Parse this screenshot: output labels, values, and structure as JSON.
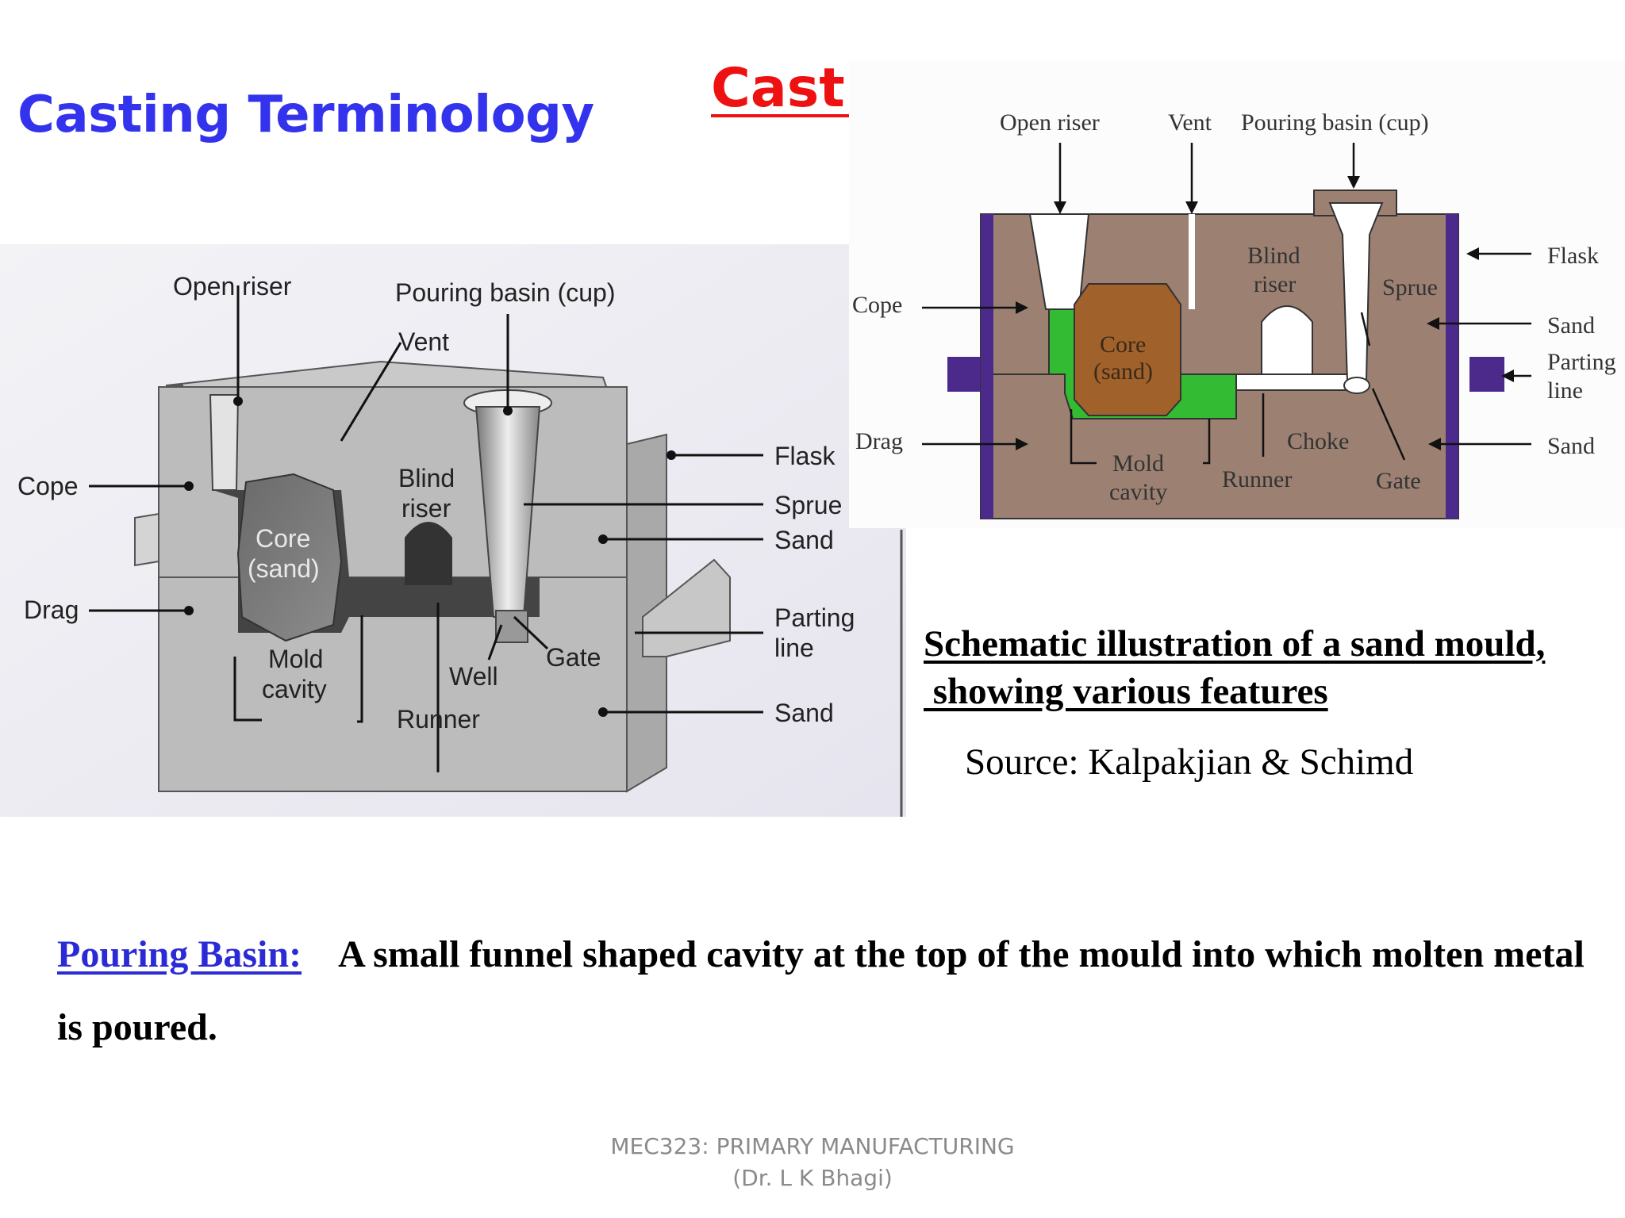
{
  "slide": {
    "title": "Casting Terminology",
    "topic": "Casting"
  },
  "figure_left": {
    "labels": {
      "open_riser": "Open riser",
      "pouring_basin": "Pouring basin (cup)",
      "vent": "Vent",
      "cope": "Cope",
      "drag": "Drag",
      "blind_riser_1": "Blind",
      "blind_riser_2": "riser",
      "core_1": "Core",
      "core_2": "(sand)",
      "mold_cavity_1": "Mold",
      "mold_cavity_2": "cavity",
      "well": "Well",
      "runner": "Runner",
      "gate": "Gate",
      "flask": "Flask",
      "sprue": "Sprue",
      "sand_1": "Sand",
      "parting_1": "Parting",
      "parting_2": "line",
      "sand_2": "Sand"
    }
  },
  "figure_right": {
    "labels": {
      "open_riser": "Open riser",
      "vent": "Vent",
      "pouring_basin": "Pouring basin (cup)",
      "cope": "Cope",
      "drag": "Drag",
      "blind_riser_1": "Blind",
      "blind_riser_2": "riser",
      "core_1": "Core",
      "core_2": "(sand)",
      "sprue": "Sprue",
      "flask": "Flask",
      "sand_1": "Sand",
      "parting_1": "Parting",
      "parting_2": "line",
      "sand_2": "Sand",
      "choke": "Choke",
      "mold_cavity_1": "Mold",
      "mold_cavity_2": "cavity",
      "runner": "Runner",
      "gate": "Gate"
    }
  },
  "caption": {
    "line1": "Schematic illustration of a sand mould,",
    "line2": " showing various features",
    "source": "Source: Kalpakjian & Schimd"
  },
  "definition": {
    "term": "Pouring Basin:",
    "text": "A small funnel shaped  cavity at the top of the mould into which molten metal is poured."
  },
  "footer": {
    "line1": "MEC323: PRIMARY MANUFACTURING",
    "line2": "(Dr. L K Bhagi)"
  },
  "colors": {
    "title_blue": "#3333ee",
    "topic_red": "#ee1111",
    "term_blue": "#2b2bd6",
    "mould_sand_brown": "#9c8173",
    "cavity_green": "#33bb33",
    "core_brown": "#a0612a",
    "flask_purple": "#4b2a8c"
  }
}
